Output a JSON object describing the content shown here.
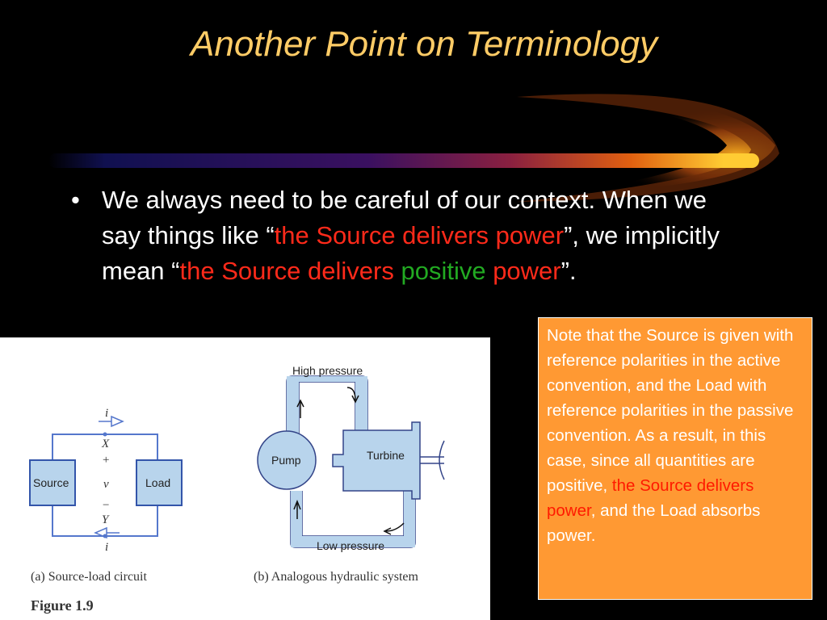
{
  "title": "Another Point on Terminology",
  "bullet": {
    "marker": "•",
    "p1": "We always need to be careful of our context. When we say things like “",
    "r1": "the Source delivers power",
    "p2": "”, we implicitly mean “",
    "r2": "the Source delivers ",
    "g1": "positive",
    "r3": " power",
    "p3": "”."
  },
  "figure": {
    "source_label": "Source",
    "load_label": "Load",
    "current_top": "i",
    "current_bottom": "i",
    "node_x": "X",
    "node_y": "Y",
    "plus": "+",
    "minus": "−",
    "voltage": "v",
    "high_pressure": "High pressure",
    "low_pressure": "Low pressure",
    "pump": "Pump",
    "turbine": "Turbine",
    "caption_a": "(a) Source-load circuit",
    "caption_b": "(b) Analogous hydraulic system",
    "figure_number": "Figure 1.9"
  },
  "note": {
    "text1": "Note that the Source is given with reference polarities in the active convention, and the Load with reference polarities in the passive convention.  As a result, in this case, since all quantities are positive, ",
    "red": "the Source delivers power",
    "text2": ", and the Load absorbs power."
  },
  "colors": {
    "background": "#000000",
    "title": "#ffcc66",
    "emphasis_red": "#ff2a1a",
    "emphasis_green": "#22aa22",
    "note_box": "#ff9933",
    "figure_blue": "#5577cc",
    "figure_fill": "#b8d4ec"
  }
}
